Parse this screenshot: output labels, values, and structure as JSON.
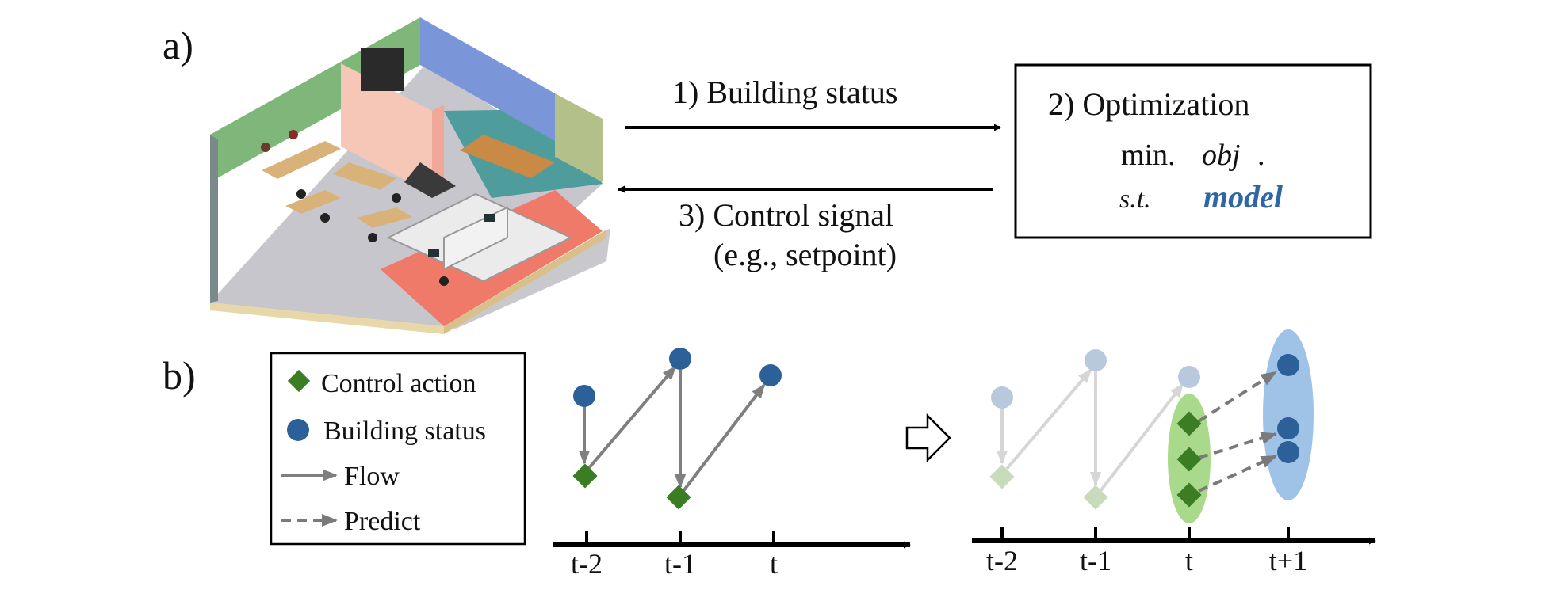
{
  "panel_a": {
    "label": "a)",
    "arrow1_label": "1) Building status",
    "opt_title": "2) Optimization",
    "opt_min": "min.",
    "opt_obj": "obj",
    "opt_dot": ".",
    "opt_st": "s.t.",
    "opt_model": "model",
    "arrow3_label": "3)  Control signal",
    "arrow3_sub": "(e.g., setpoint)"
  },
  "panel_b": {
    "label": "b)",
    "legend": {
      "control_action": "Control action",
      "building_status": "Building status",
      "flow": "Flow",
      "predict": "Predict"
    },
    "left_ticks": [
      "t-2",
      "t-1",
      "t"
    ],
    "right_ticks": [
      "t-2",
      "t-1",
      "t",
      "t+1"
    ]
  },
  "colors": {
    "status_blue": "#2b6098",
    "action_green": "#3b7d23",
    "flow_gray": "#7f7f7f",
    "predict_gray": "#7a7a7a",
    "faded_blue": "#b8c9de",
    "faded_green": "#c8dcbc",
    "faded_arrow": "#d6d6d6",
    "green_ellipse": "#a9d98a",
    "blue_ellipse": "#9fc2e7",
    "model_text": "#2e67a3"
  }
}
